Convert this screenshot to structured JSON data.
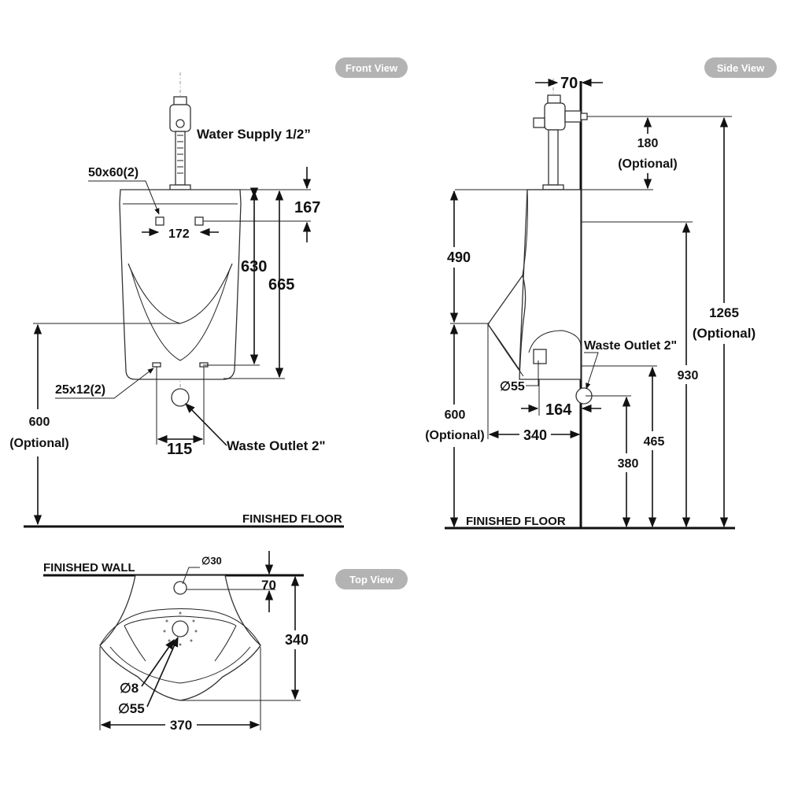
{
  "views": {
    "front": "Front View",
    "side": "Side View",
    "top": "Top View"
  },
  "front": {
    "water_supply": "Water Supply 1/2”",
    "mount_hole": "50x60(2)",
    "dim_167": "167",
    "dim_172": "172",
    "dim_630": "630",
    "dim_665": "665",
    "bottom_hole": "25x12(2)",
    "height_600": "600",
    "optional": "(Optional)",
    "dim_115": "115",
    "waste_outlet": "Waste Outlet 2\"",
    "finished_floor": "FINISHED FLOOR"
  },
  "side": {
    "dim_70": "70",
    "dim_180": "180",
    "optional_180": "(Optional)",
    "dim_490": "490",
    "dim_1265": "1265",
    "optional_1265": "(Optional)",
    "waste_outlet": "Waste Outlet 2\"",
    "dia_55": "∅55",
    "dim_930": "930",
    "dim_164": "164",
    "height_600": "600",
    "optional_600": "(Optional)",
    "dim_340": "340",
    "dim_465": "465",
    "dim_380": "380",
    "finished_floor": "FINISHED FLOOR"
  },
  "top": {
    "finished_wall": "FINISHED WALL",
    "dia_30": "∅30",
    "dim_70": "70",
    "dim_340": "340",
    "dia_8": "∅8",
    "dia_55": "∅55",
    "dim_370": "370"
  },
  "colors": {
    "pill": "#b3b3b3",
    "line": "#111111"
  }
}
